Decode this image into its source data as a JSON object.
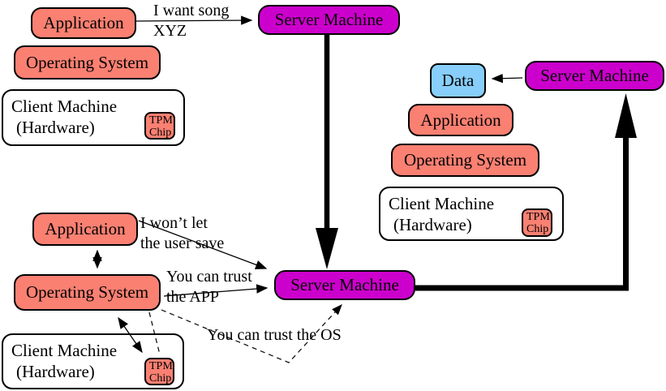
{
  "palette": {
    "node_salmon": "#FA8072",
    "node_magenta": "#CC00CC",
    "node_light_blue": "#87CEFA",
    "frame_white": "#FFFFFF",
    "line_black": "#000000"
  },
  "nodes": {
    "server_top": "Server Machine",
    "server_middle": "Server Machine",
    "server_right": "Server Machine",
    "data_store": "Data",
    "top_left": {
      "application": "Application",
      "operating_system": "Operating System",
      "client_line1": "Client Machine",
      "client_line2": "(Hardware)",
      "tpm_line1": "TPM",
      "tpm_line2": "Chip"
    },
    "bottom_left": {
      "application": "Application",
      "operating_system": "Operating System",
      "client_line1": "Client Machine",
      "client_line2": "(Hardware)",
      "tpm_line1": "TPM",
      "tpm_line2": "Chip"
    },
    "right": {
      "application": "Application",
      "operating_system": "Operating System",
      "client_line1": "Client Machine",
      "client_line2": "(Hardware)",
      "tpm_line1": "TPM",
      "tpm_line2": "Chip"
    }
  },
  "messages": {
    "song_request_line1": "I want song",
    "song_request_line2": "XYZ",
    "wont_let_line1": "I won’t let",
    "wont_let_line2": "the user save",
    "trust_app_line1": "You can trust",
    "trust_app_line2": "the APP",
    "trust_os": "You can trust the OS"
  }
}
